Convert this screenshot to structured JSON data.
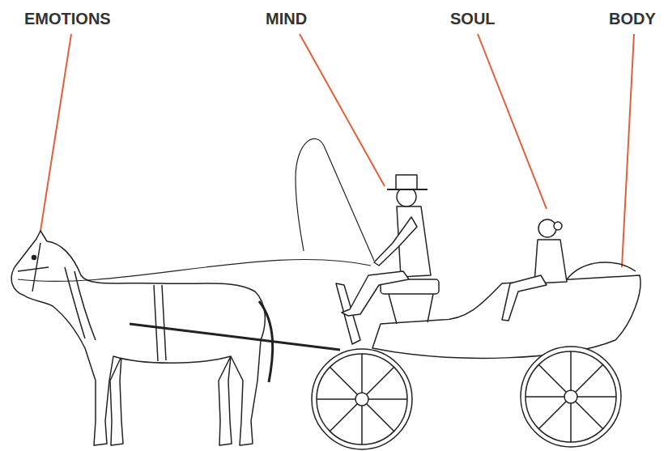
{
  "diagram": {
    "labels": [
      "EMOTIONS",
      "MIND",
      "SOUL",
      "BODY"
    ]
  }
}
